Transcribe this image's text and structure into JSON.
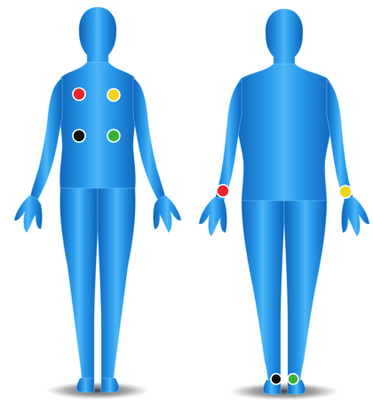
{
  "colors": {
    "background": "#ffffff",
    "body_fill": "#1e8ee0",
    "body_highlight": "#5cc4ff",
    "body_dark": "#0b4fa0",
    "shadow": "#3a3a3a"
  },
  "figures": [
    {
      "name": "female-front",
      "electrodes": [
        {
          "id": "right-arm",
          "color": "#e8262b"
        },
        {
          "id": "left-arm",
          "color": "#ecd51c"
        },
        {
          "id": "right-leg",
          "color": "#111111"
        },
        {
          "id": "left-leg",
          "color": "#3ab23a"
        }
      ]
    },
    {
      "name": "male-front",
      "electrodes": [
        {
          "id": "right-wrist",
          "color": "#e8262b"
        },
        {
          "id": "left-wrist",
          "color": "#ecd51c"
        },
        {
          "id": "right-ankle",
          "color": "#111111"
        },
        {
          "id": "left-ankle",
          "color": "#3ab23a"
        }
      ]
    }
  ]
}
